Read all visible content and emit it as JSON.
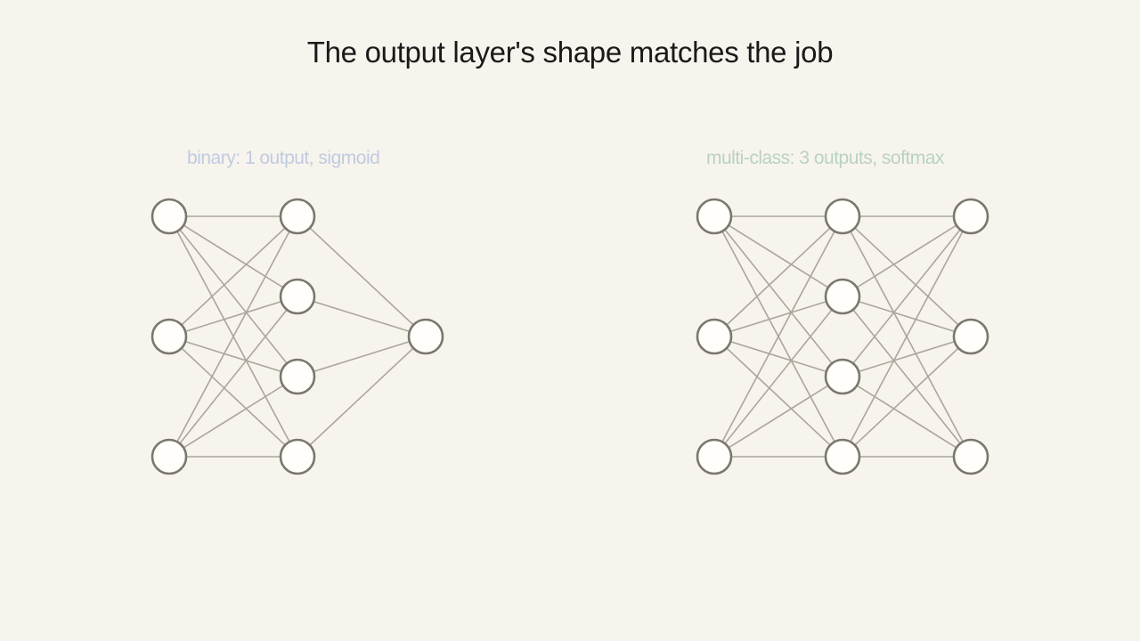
{
  "title": "The output layer's shape matches the job",
  "networks": [
    {
      "caption": "binary: 1 output, sigmoid",
      "layers": [
        3,
        4,
        1
      ]
    },
    {
      "caption": "multi-class: 3 outputs, softmax",
      "layers": [
        3,
        4,
        3
      ]
    }
  ],
  "colors": {
    "background": "#f7f4ed",
    "binary_caption": "#c0cbe0",
    "multiclass_caption": "#b9d2c0",
    "node_fill": "#fffefa",
    "node_stroke": "#7b776d",
    "edge": "#aca69b"
  }
}
